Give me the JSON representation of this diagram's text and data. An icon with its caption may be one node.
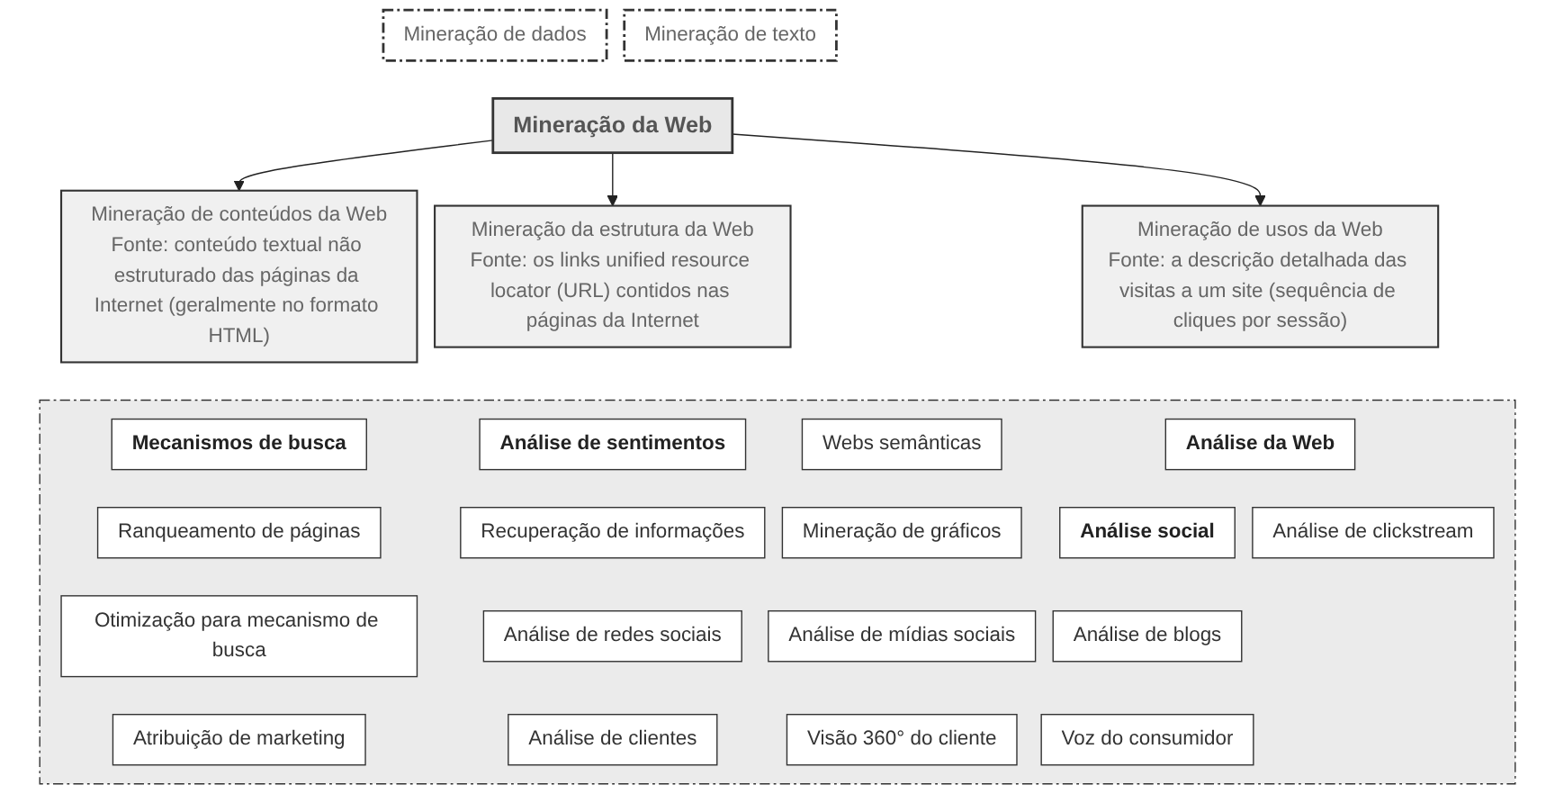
{
  "diagram": {
    "nodes": [
      {
        "text": [
          "Mineração de dados"
        ]
      },
      {
        "text": [
          "Mineração de texto"
        ]
      },
      {
        "text": [
          "Mineração da Web"
        ]
      },
      {
        "text": [
          "Mineração de conteúdos da Web",
          "Fonte: conteúdo textual não estruturado das páginas da Internet (geralmente no formato HTML)"
        ]
      },
      {
        "text": [
          "Mineração da estrutura da Web",
          "Fonte: os links unified resource locator (URL) contidos nas páginas da Internet"
        ]
      },
      {
        "text": [
          "Mineração de usos da Web",
          "Fonte: a descrição detalhada das visitas a um site (sequência de cliques por sessão)"
        ]
      },
      {
        "text": [],
        "shape": "box"
      },
      {
        "text": [
          "Mecanismos de busca"
        ],
        "in": 6
      },
      {
        "text": [
          "Análise de sentimentos"
        ],
        "in": 6
      },
      {
        "text": [
          "Webs semânticas"
        ],
        "in": 6
      },
      {
        "text": [
          "Análise da Web"
        ],
        "in": 6
      },
      {
        "text": [
          "Ranqueamento de páginas"
        ],
        "in": 6
      },
      {
        "text": [
          "Recuperação de informações"
        ],
        "in": 6
      },
      {
        "text": [
          "Mineração de gráficos"
        ],
        "in": 6
      },
      {
        "text": [
          "Análise social"
        ],
        "in": 6
      },
      {
        "text": [
          "Análise de clickstream"
        ],
        "in": 6
      },
      {
        "text": [
          "Otimização para mecanismo de busca"
        ],
        "in": 6
      },
      {
        "text": [
          "Análise de redes sociais"
        ],
        "in": 6
      },
      {
        "text": [
          "Análise de mídias sociais"
        ],
        "in": 6
      },
      {
        "text": [
          "Análise de blogs"
        ],
        "in": 6
      },
      {
        "text": [
          "Atribuição de marketing"
        ],
        "in": 6
      },
      {
        "text": [
          "Análise de clientes"
        ],
        "in": 6
      },
      {
        "text": [
          "Visão 360° do cliente"
        ],
        "in": 6
      },
      {
        "text": [
          "Voz do consumidor"
        ],
        "in": 6
      }
    ],
    "edges": [
      {
        "from": 2,
        "to": 3,
        "arrow": "to"
      },
      {
        "from": 2,
        "to": 4,
        "arrow": "to"
      },
      {
        "from": 2,
        "to": 5,
        "arrow": "to"
      }
    ]
  }
}
